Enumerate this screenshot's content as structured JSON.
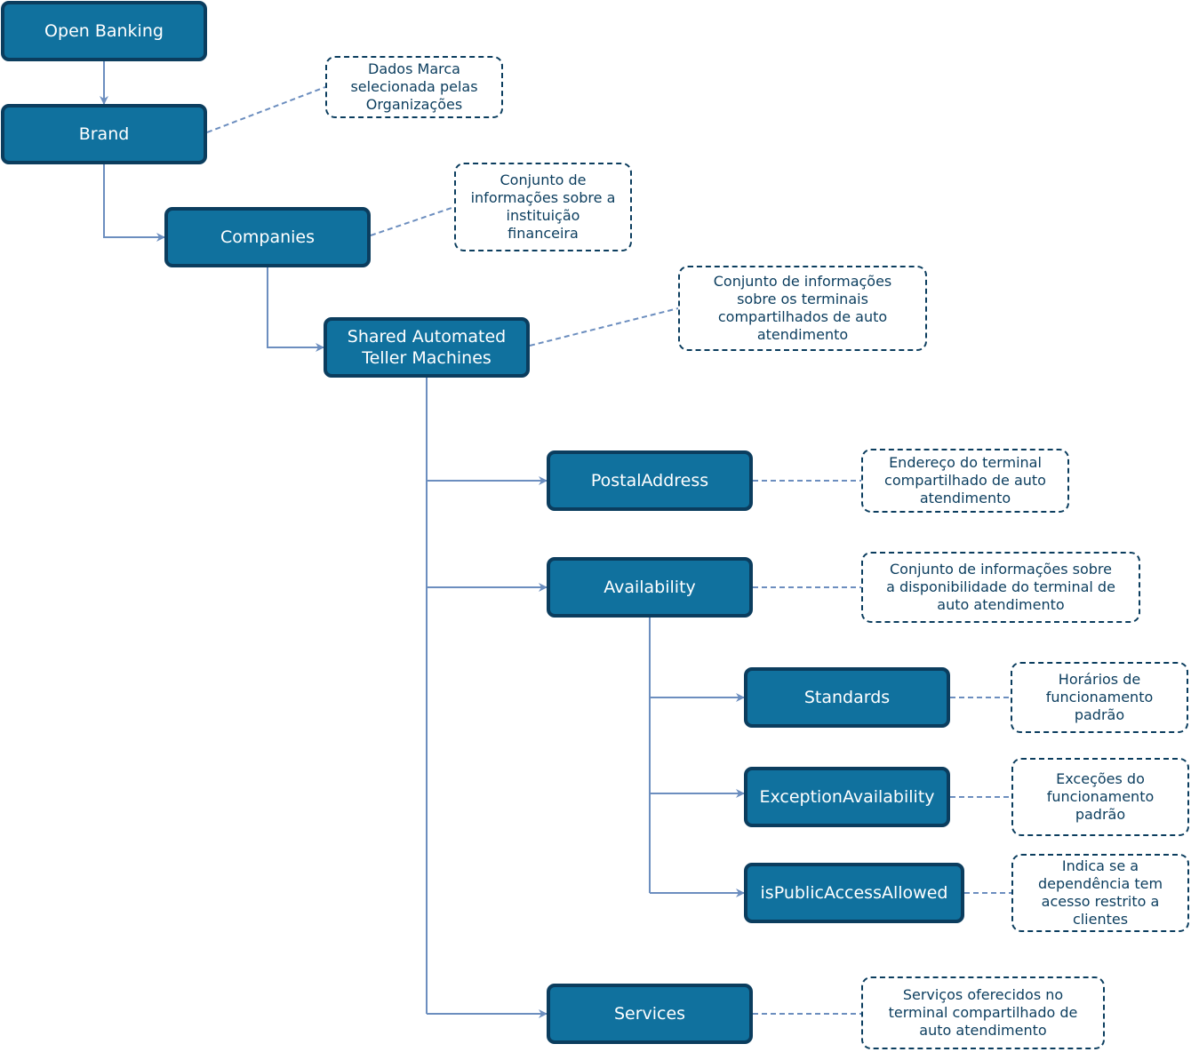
{
  "colors": {
    "node_fill": "#10719e",
    "node_border": "#0b3d5e",
    "connector": "#6c8ebf",
    "note_border": "#0b3d5e",
    "note_text": "#0b3d5e"
  },
  "nodes": {
    "open_banking": "Open Banking",
    "brand": "Brand",
    "companies": "Companies",
    "shared_atm": "Shared Automated\nTeller Machines",
    "postal_address": "PostalAddress",
    "availability": "Availability",
    "standards": "Standards",
    "exception_availability": "ExceptionAvailability",
    "is_public_access_allowed": "isPublicAccessAllowed",
    "services": "Services"
  },
  "notes": {
    "brand": "Dados Marca\nselecionada pelas\nOrganizações",
    "companies": "Conjunto de\ninformações sobre a\ninstituição\nfinanceira",
    "shared_atm": "Conjunto de informações\nsobre os terminais\ncompartilhados de auto\natendimento",
    "postal_address": "Endereço do terminal\ncompartilhado de auto\natendimento",
    "availability": "Conjunto de informações sobre\na disponibilidade do terminal de\nauto atendimento",
    "standards": "Horários de\nfuncionamento\npadrão",
    "exception_availability": "Exceções do\nfuncionamento\npadrão",
    "is_public_access_allowed": "Indica se a\ndependência tem\nacesso restrito a\nclientes",
    "services": "Serviços oferecidos no\nterminal compartilhado de\nauto atendimento"
  }
}
